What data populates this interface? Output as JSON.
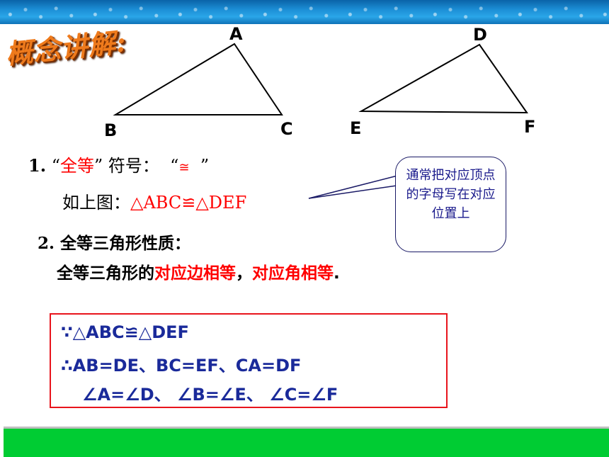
{
  "header_bar": {
    "color": "#1c8fd6"
  },
  "footer_bar": {
    "color": "#00cc33"
  },
  "title": "概念讲解:",
  "triangles": {
    "abc": {
      "a": "A",
      "b": "B",
      "c": "C"
    },
    "def": {
      "d": "D",
      "e": "E",
      "f": "F"
    }
  },
  "point1": {
    "number": "1.",
    "open_quote": "“",
    "term": "全等",
    "close_quote": "”",
    "after_term": "符号：",
    "symbol_open": "“",
    "symbol": "≅",
    "symbol_close": "”"
  },
  "example": {
    "label": "如上图：",
    "expression": "△ABC≌△DEF"
  },
  "callout": {
    "text": "通常把对应顶点的字母写在对应位置上"
  },
  "point2": {
    "title": "2. 全等三角形性质：",
    "prefix": "全等三角形的",
    "highlight1": "对应边相等",
    "comma": "，",
    "highlight2": "对应角相等",
    "period": "."
  },
  "proof": {
    "line1": "∵△ABC≌△DEF",
    "line2": "∴AB=DE、BC=EF、CA=DF",
    "line3": "∠A=∠D、  ∠B=∠E、  ∠C=∠F"
  },
  "colors": {
    "accent_red": "#ff0000",
    "proof_blue": "#1a2a9a",
    "title_orange": "#ee7a1c"
  }
}
